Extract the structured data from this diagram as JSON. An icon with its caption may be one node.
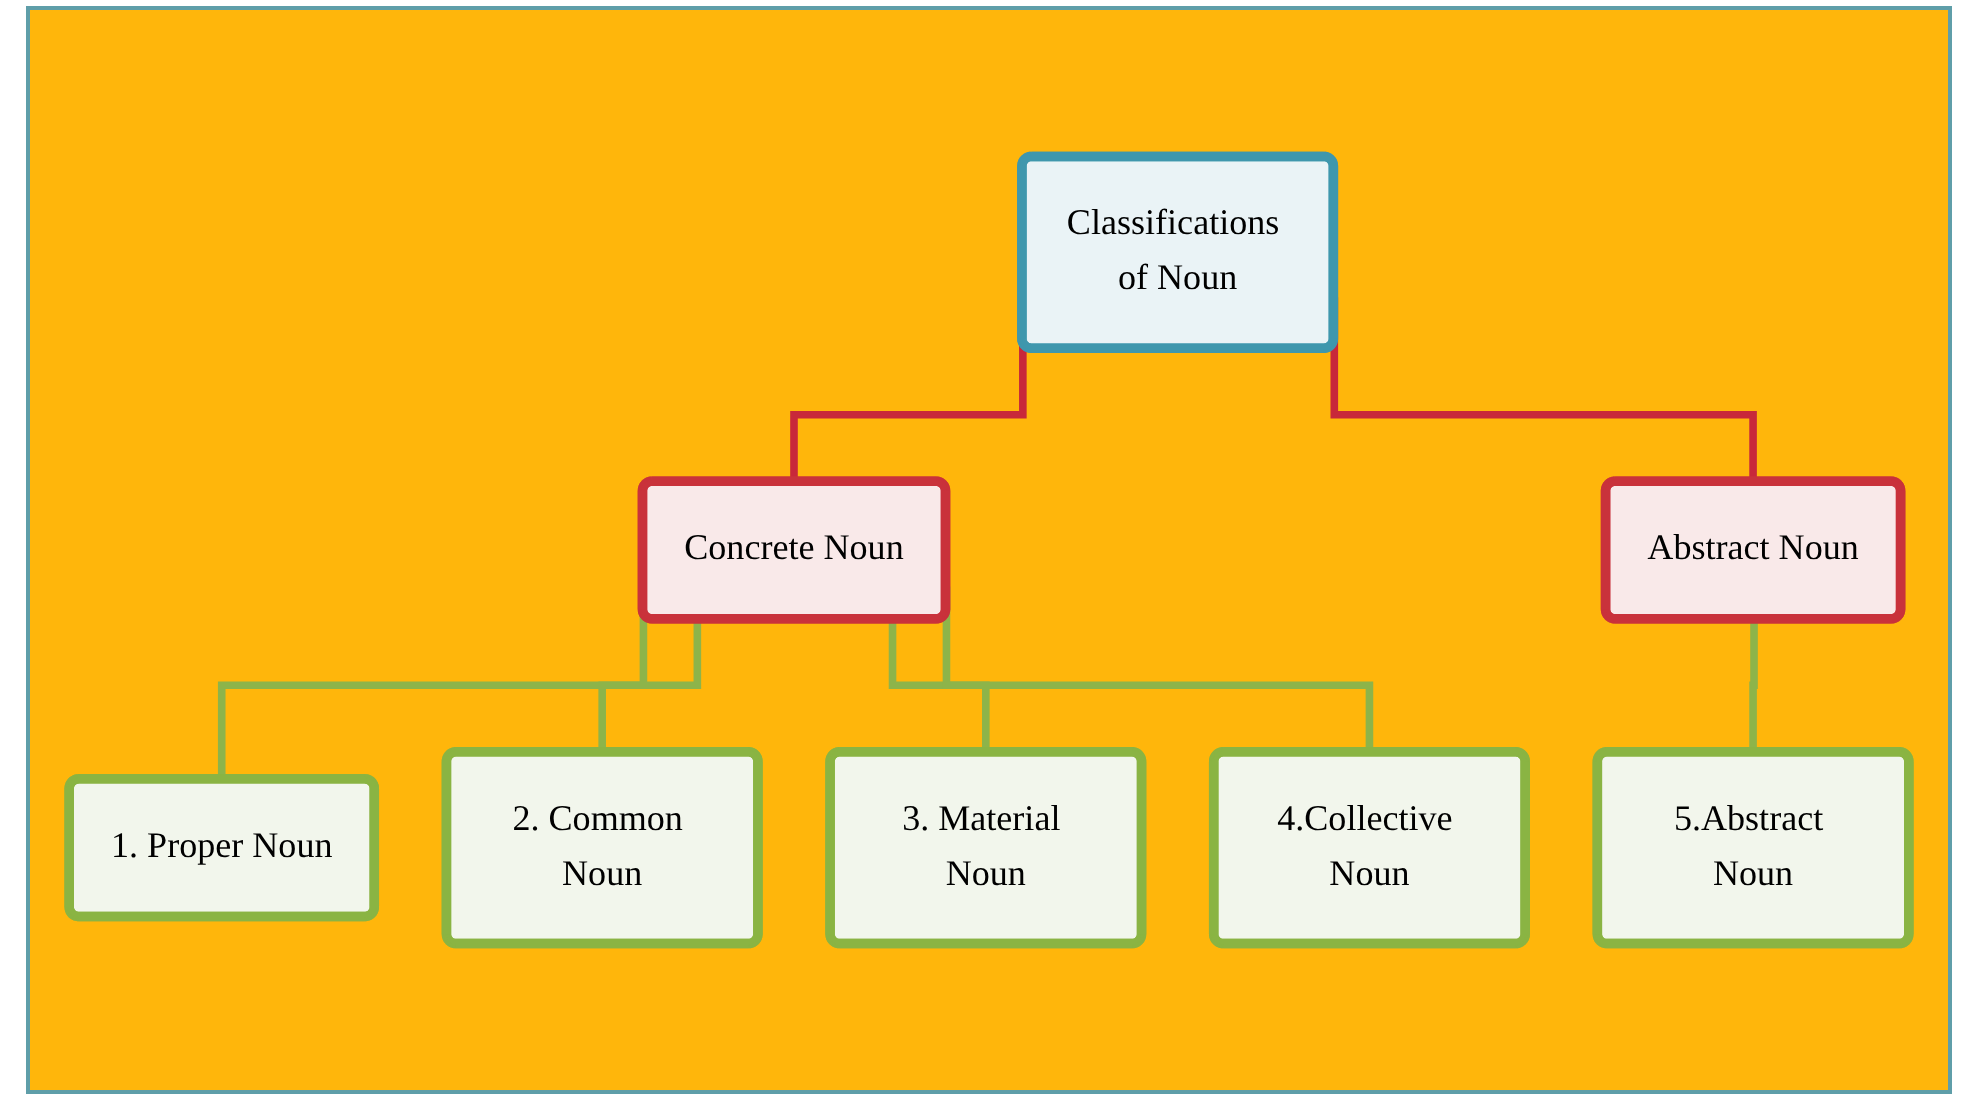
{
  "diagram": {
    "nodes": [
      {
        "text": [
          "Classifications of Noun"
        ]
      },
      {
        "text": [
          "Concrete Noun"
        ]
      },
      {
        "text": [
          "Abstract Noun"
        ]
      },
      {
        "text": [
          "1. Proper Noun"
        ]
      },
      {
        "text": [
          "2. Common Noun"
        ]
      },
      {
        "text": [
          "3. Material Noun"
        ]
      },
      {
        "text": [
          "4.Collective Noun"
        ]
      },
      {
        "text": [
          "5.Abstract Noun"
        ]
      }
    ],
    "edges": [
      {
        "from": 0,
        "to": 1,
        "arrow": "none",
        "color": "#c8283a"
      },
      {
        "from": 0,
        "to": 2,
        "arrow": "none",
        "color": "#c8283a"
      },
      {
        "from": 1,
        "to": 3,
        "arrow": "none"
      },
      {
        "from": 1,
        "to": 4,
        "arrow": "none"
      },
      {
        "from": 1,
        "to": 5,
        "arrow": "none"
      },
      {
        "from": 1,
        "to": 6,
        "arrow": "none"
      },
      {
        "from": 2,
        "to": 7,
        "arrow": "none"
      }
    ]
  }
}
